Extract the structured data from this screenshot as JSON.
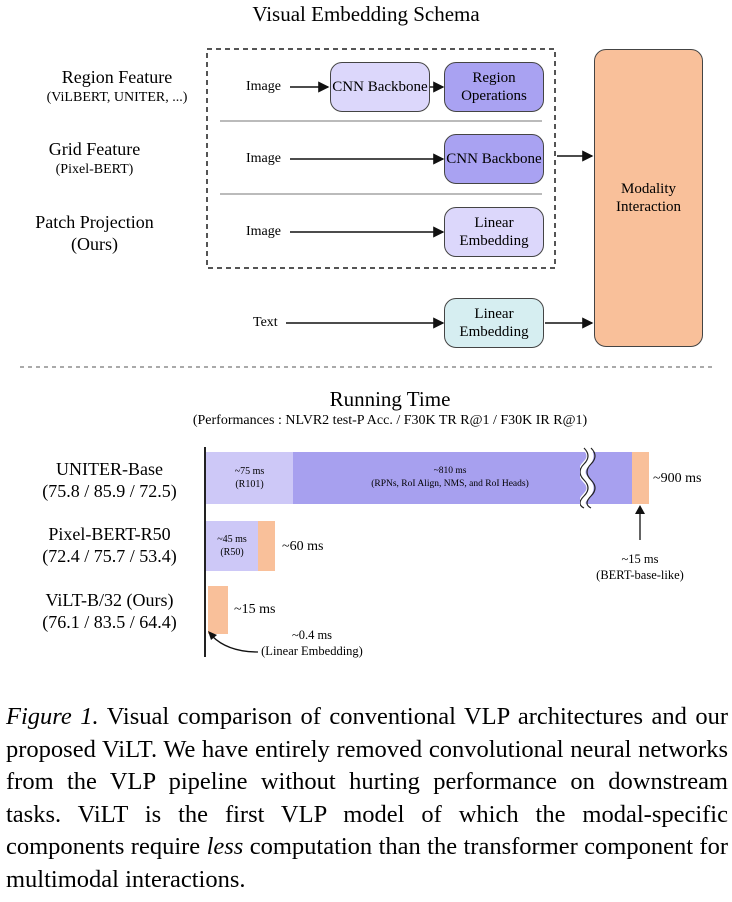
{
  "top": {
    "title": "Visual Embedding Schema",
    "rows": [
      {
        "label": "Region Feature",
        "sub": "(ViLBERT, UNITER, ...)",
        "input": "Image",
        "boxes": [
          "CNN Backbone",
          "Region Operations"
        ]
      },
      {
        "label": "Grid Feature",
        "sub": "(Pixel-BERT)",
        "input": "Image",
        "boxes": [
          "CNN Backbone"
        ]
      },
      {
        "label": "Patch Projection",
        "sub": "(Ours)",
        "input": "Image",
        "boxes": [
          "Linear Embedding"
        ]
      }
    ],
    "text_row": {
      "input": "Text",
      "box": "Linear Embedding"
    },
    "modality": "Modality Interaction"
  },
  "bottom": {
    "title": "Running Time",
    "subtitle": "(Performances : NLVR2 test-P Acc. / F30K TR R@1 / F30K IR R@1)",
    "models": [
      {
        "name": "UNITER-Base",
        "scores": "(75.8 / 85.9 / 72.5)"
      },
      {
        "name": "Pixel-BERT-R50",
        "scores": "(72.4 / 75.7 / 53.4)"
      },
      {
        "name": "ViLT-B/32 (Ours)",
        "scores": "(76.1 / 83.5 / 64.4)"
      }
    ],
    "uniter": {
      "seg1_time": "~75 ms",
      "seg1_note": "(R101)",
      "seg2_time": "~810 ms",
      "seg2_note": "(RPNs, RoI Align, NMS, and RoI Heads)",
      "total": "~900 ms",
      "transformer_time": "~15 ms",
      "transformer_note": "(BERT-base-like)"
    },
    "pixelbert": {
      "seg1_time": "~45 ms",
      "seg1_note": "(R50)",
      "total": "~60 ms"
    },
    "vilt": {
      "total": "~15 ms",
      "embed_time": "~0.4 ms",
      "embed_note": "(Linear Embedding)"
    }
  },
  "caption": {
    "label": "Figure 1.",
    "part1": " Visual comparison of conventional VLP architectures and our proposed ViLT. We have entirely removed convolutional neural networks from the VLP pipeline without hurting performance on downstream tasks. ViLT is the first VLP model of which the modal-specific components require ",
    "emph": "less",
    "part2": " computation than the transformer component for multimodal interactions."
  }
}
